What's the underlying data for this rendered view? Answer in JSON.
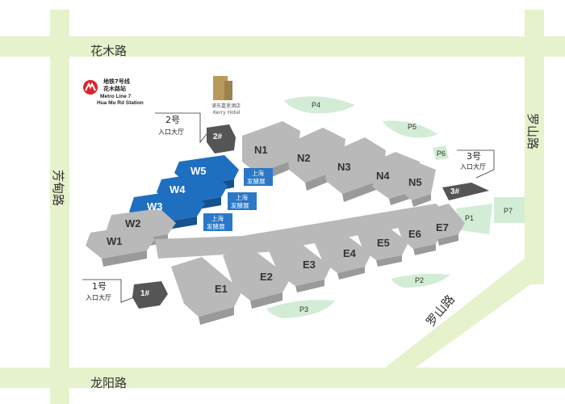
{
  "roads": {
    "north": "花木路",
    "west": "芳甸路",
    "south": "龙阳路",
    "east_upper": "罗山路",
    "east_lower": "罗山路"
  },
  "metro": {
    "line_zh": "地铁7号线",
    "station_zh": "花木路站",
    "line_en": "Metro Line 7",
    "station_en": "Hua Mu Rd Station",
    "color": "#d9262b"
  },
  "hotel": {
    "name_zh": "浦东嘉里酒店",
    "name_en": "Kerry Hotel",
    "color": "#b89a5c"
  },
  "entrances": [
    {
      "title": "2号",
      "subtitle": "入口大厅",
      "marker": "2#"
    },
    {
      "title": "3号",
      "subtitle": "入口大厅",
      "marker": "3#"
    },
    {
      "title": "1号",
      "subtitle": "入口大厅",
      "marker": "1#"
    }
  ],
  "halls": {
    "north": [
      "N1",
      "N2",
      "N3",
      "N4",
      "N5"
    ],
    "west_blue": [
      "W5",
      "W4",
      "W3"
    ],
    "west_grey": [
      "W2",
      "W1"
    ],
    "east": [
      "E1",
      "E2",
      "E3",
      "E4",
      "E5",
      "E6",
      "E7"
    ]
  },
  "highlight_tags": [
    "上海\n发酵展",
    "上海\n发酵展",
    "上海\n发酵展"
  ],
  "parking": [
    "P1",
    "P2",
    "P3",
    "P4",
    "P5",
    "P6",
    "P7"
  ],
  "colors": {
    "road": "#e6f2cc",
    "hall_grey_top": "#b9b9b9",
    "hall_grey_side": "#9a9a9a",
    "hall_blue_top": "#1f6fc0",
    "hall_blue_side": "#15518f",
    "parking": "#d3ecd6",
    "entrance": "#555555"
  }
}
